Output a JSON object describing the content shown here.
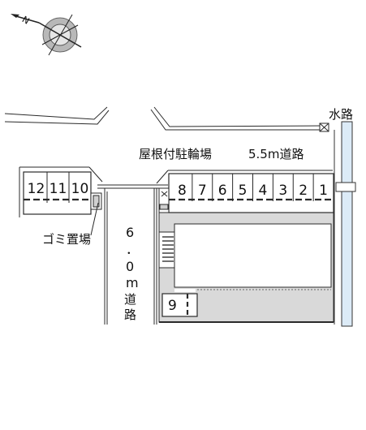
{
  "compass": {
    "north_letter": "N",
    "icon": "compass-rose-icon"
  },
  "labels": {
    "water_channel": "水路",
    "covered_parking": "屋根付駐輪場",
    "road_55": "5.5m道路",
    "garbage": "ゴミ置場",
    "road_60_chars": [
      "6",
      "．",
      "0",
      "m",
      "道",
      "路"
    ]
  },
  "parking_spaces_main": [
    "8",
    "7",
    "6",
    "5",
    "4",
    "3",
    "2",
    "1"
  ],
  "parking_spaces_left": [
    "12",
    "11",
    "10"
  ],
  "parking_space_extra": "9",
  "colors": {
    "line": "#2a2a2a",
    "building": "#d9d9d9",
    "water": "#dcebf7",
    "white": "#ffffff"
  }
}
